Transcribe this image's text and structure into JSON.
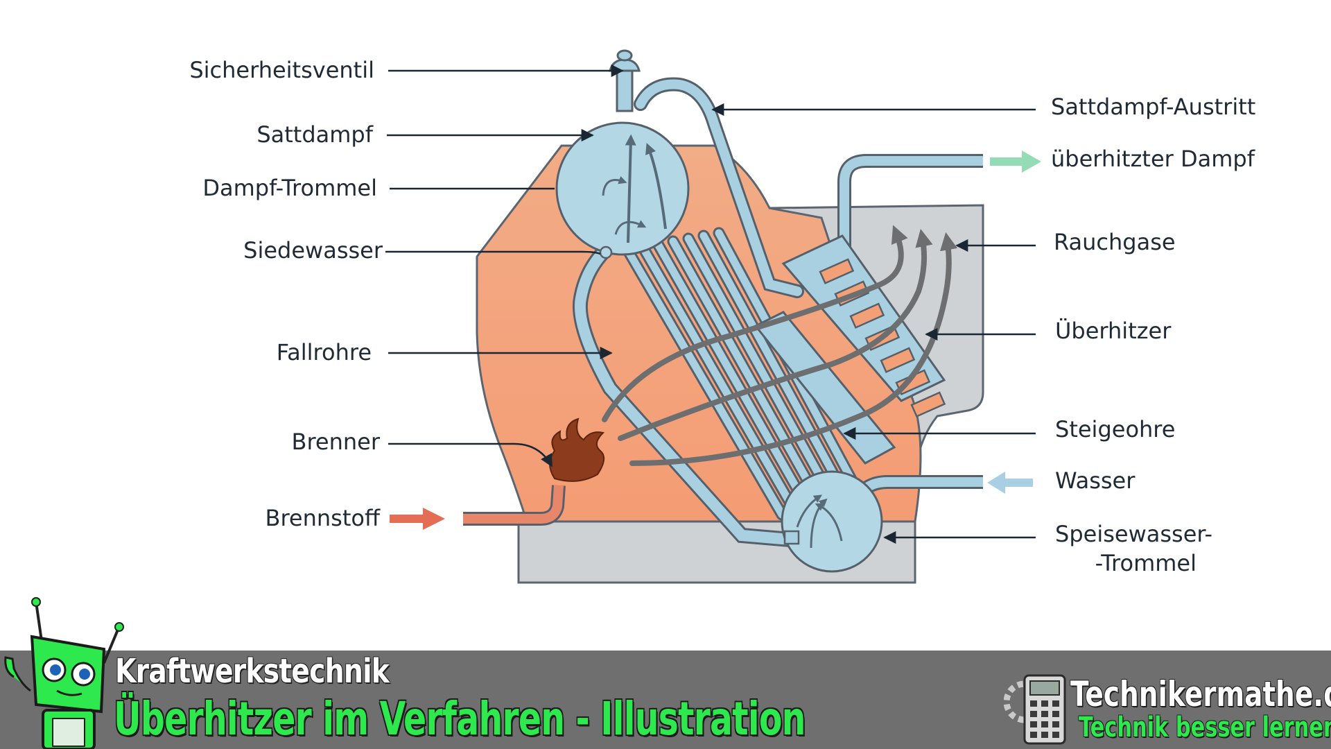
{
  "labels_left": {
    "sicherheitsventil": "Sicherheitsventil",
    "sattdampf": "Sattdampf",
    "dampf_trommel": "Dampf-Trommel",
    "siedewasser": "Siedewasser",
    "fallrohre": "Fallrohre",
    "brenner": "Brenner",
    "brennstoff": "Brennstoff"
  },
  "labels_right": {
    "sattdampf_austritt": "Sattdampf-Austritt",
    "ueberhitzter_dampf": "überhitzter Dampf",
    "rauchgase": "Rauchgase",
    "ueberhitzer": "Überhitzer",
    "steigeohre": "Steigeohre",
    "wasser": "Wasser",
    "speisewasser_line1": "Speisewasser-",
    "speisewasser_line2": "-Trommel"
  },
  "banner": {
    "course": "Kraftwerkstechnik",
    "title": "Überhitzer im Verfahren - Illustration",
    "brand": "Technikermathe.de",
    "slogan": "Technik besser lernen"
  },
  "colors": {
    "firebox": "#f2ae8a",
    "casing": "#cfd2d5",
    "drum": "#b4d7e6",
    "pipe": "#a9d0e1",
    "outline": "#55606a",
    "flue_gas": "#6d6e6f",
    "flame": "#8c3b1c",
    "fuel_arrow": "#e36d55",
    "steam_arrow": "#93dcb5",
    "water_arrow": "#a8cfe3",
    "banner": "#6f6f6f",
    "accent_green": "#2ee94e"
  },
  "icons": [
    "fuel-arrow-icon",
    "superheated-steam-arrow-icon",
    "water-in-arrow-icon",
    "robot-mascot-icon",
    "calculator-logo-icon"
  ]
}
